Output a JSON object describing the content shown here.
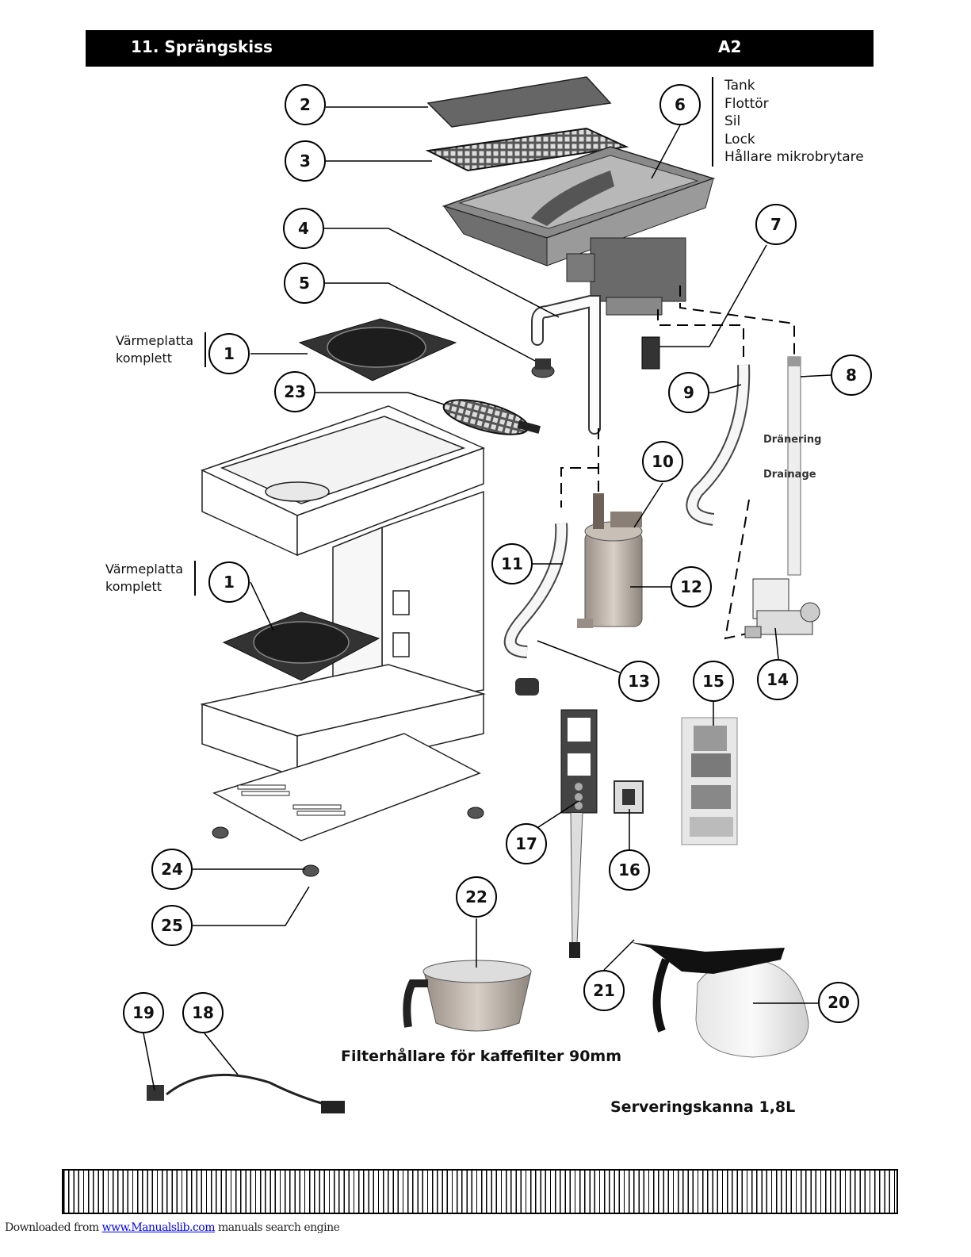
{
  "header": {
    "title": "11. Sprängskiss",
    "code": "A2"
  },
  "tank_list": [
    "Tank",
    "Flottör",
    "Sil",
    "Lock",
    "Hållare mikrobrytare"
  ],
  "heater_label_top": {
    "line1": "Värmeplatta",
    "line2": "komplett"
  },
  "heater_label_bottom": {
    "line1": "Värmeplatta",
    "line2": "komplett"
  },
  "drain_labels": {
    "sv": "Dränering",
    "en": "Drainage"
  },
  "captions": {
    "filter": "Filterhållare för kaffefilter 90mm",
    "carafe": "Serveringskanna 1,8L"
  },
  "callouts": {
    "c1a": "1",
    "c1b": "1",
    "c2": "2",
    "c3": "3",
    "c4": "4",
    "c5": "5",
    "c6": "6",
    "c7": "7",
    "c8": "8",
    "c9": "9",
    "c10": "10",
    "c11": "11",
    "c12": "12",
    "c13": "13",
    "c14": "14",
    "c15": "15",
    "c16": "16",
    "c17": "17",
    "c18": "18",
    "c19": "19",
    "c20": "20",
    "c21": "21",
    "c22": "22",
    "c23": "23",
    "c24": "24",
    "c25": "25"
  },
  "footer": {
    "prefix": "Downloaded from",
    "link": "www.Manualslib.com",
    "suffix": "manuals search engine"
  }
}
